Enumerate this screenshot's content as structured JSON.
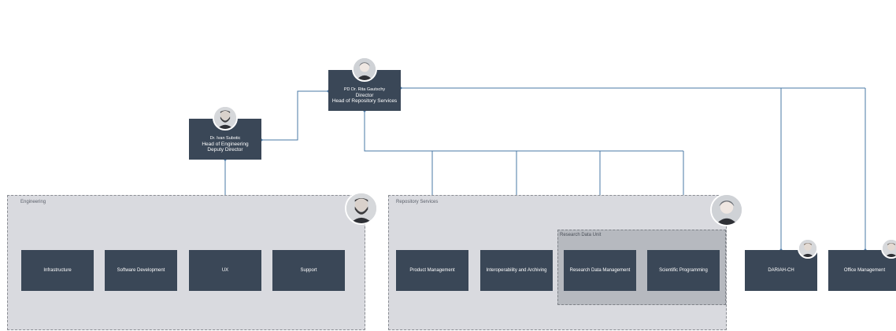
{
  "groups": {
    "engineering": "Engineering",
    "repository_services": "Repository Services",
    "research_data_unit": "Research Data Unit"
  },
  "director": {
    "name": "PD Dr. Rita Gautschy",
    "title1": "Director",
    "title2": "Head of Repository Services",
    "avatar": "female-portrait-icon"
  },
  "deputy": {
    "name": "Dr. Ivan Subotic",
    "title1": "Head of Engineering",
    "title2": "Deputy Director",
    "avatar": "bearded-male-portrait-icon"
  },
  "engineering_units": [
    "Infrastructure",
    "Software Development",
    "UX",
    "Support"
  ],
  "repository_units": [
    "Product Management",
    "Interoperability and Archiving",
    "Research Data Management",
    "Scientific Programming"
  ],
  "other_units": [
    "DARIAH-CH",
    "Office Management"
  ],
  "colors": {
    "box": "#3a4757",
    "connector": "#4a78a6",
    "group_bg": "#d9dadf",
    "subgroup_bg": "#b6b9bf"
  }
}
